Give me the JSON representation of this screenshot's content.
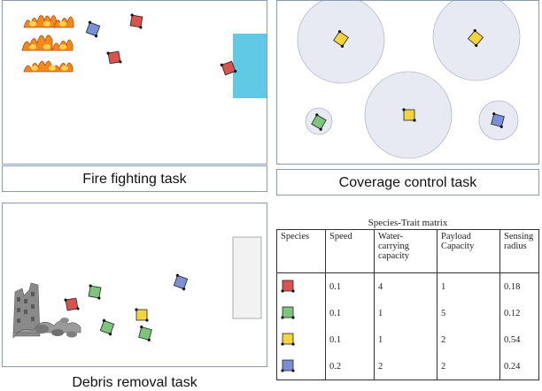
{
  "captions": {
    "fire": "Fire fighting task",
    "coverage": "Coverage control task",
    "debris": "Debris removal task"
  },
  "table": {
    "title": "Species-Trait matrix",
    "headers": [
      "Species",
      "Speed",
      "Water-\ncarrying\ncapacity",
      "Payload\nCapacity",
      "Sensing\nradius"
    ],
    "rows": [
      {
        "species": "red",
        "speed": "0.1",
        "water": "4",
        "payload": "1",
        "sensing": "0.18"
      },
      {
        "species": "green",
        "speed": "0.1",
        "water": "1",
        "payload": "5",
        "sensing": "0.12"
      },
      {
        "species": "yellow",
        "speed": "0.1",
        "water": "1",
        "payload": "2",
        "sensing": "0.54"
      },
      {
        "species": "blue",
        "speed": "0.2",
        "water": "2",
        "payload": "2",
        "sensing": "0.24"
      }
    ]
  },
  "colors": {
    "red": "#d9534f",
    "green": "#7dc47d",
    "yellow": "#f5d33a",
    "blue": "#7b8fd6",
    "water": "#5fc9e6",
    "fire": "#f08a1c",
    "coverage_fill": "#e8eaf3"
  }
}
